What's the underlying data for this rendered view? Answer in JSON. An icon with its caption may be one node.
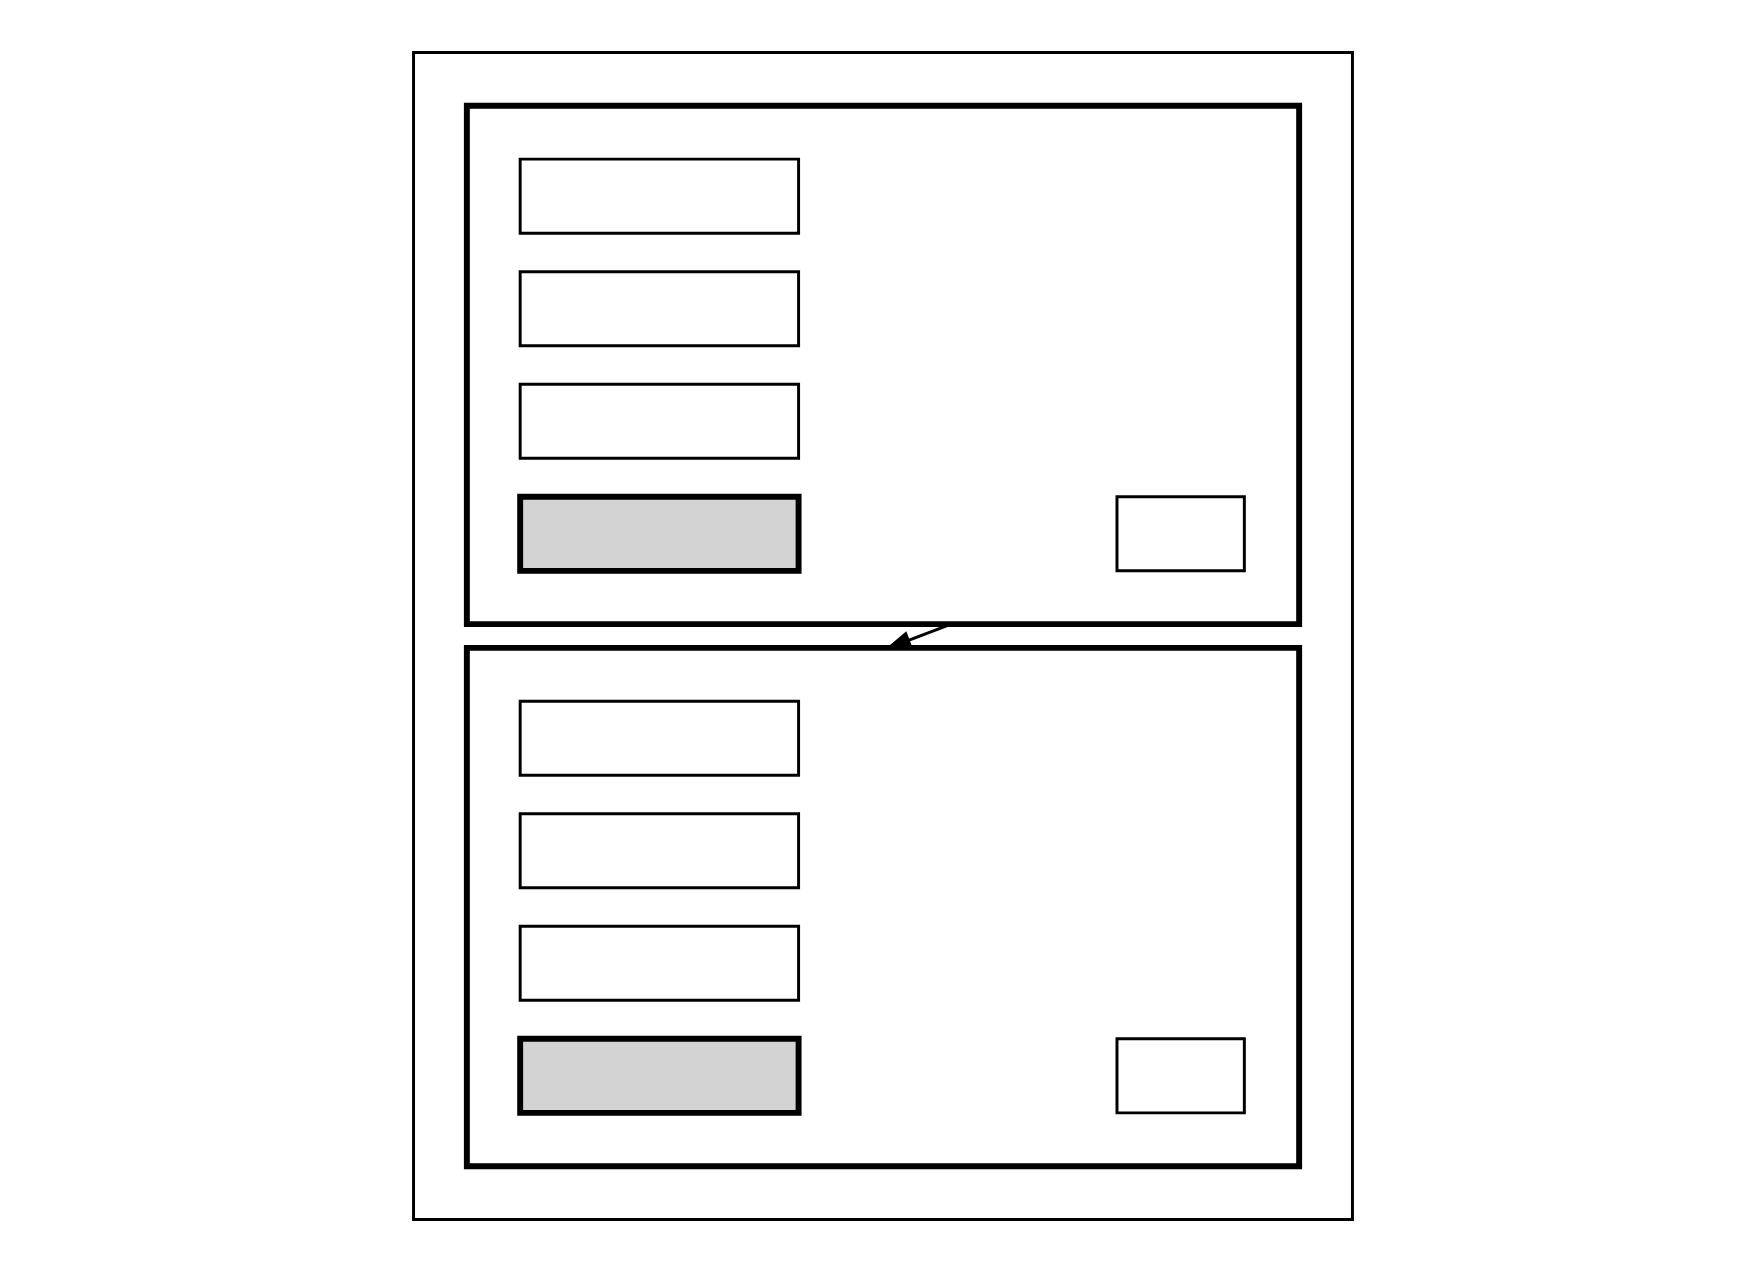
{
  "diagram": {
    "nodes": [
      {
        "text": [],
        "shape": "box"
      },
      {
        "text": [],
        "shape": "box",
        "in": 0
      },
      {
        "text": [],
        "shape": "box",
        "in": 1
      },
      {
        "text": [],
        "shape": "box",
        "in": 1
      },
      {
        "text": [],
        "shape": "box",
        "in": 1
      },
      {
        "text": [],
        "shape": "box",
        "in": 1
      },
      {
        "text": [],
        "shape": "box",
        "in": 1
      },
      {
        "text": [],
        "shape": "box",
        "in": 0
      },
      {
        "text": [],
        "shape": "box",
        "in": 7
      },
      {
        "text": [],
        "shape": "box",
        "in": 7
      },
      {
        "text": [],
        "shape": "box",
        "in": 7
      },
      {
        "text": [],
        "shape": "box",
        "in": 7
      },
      {
        "text": [],
        "shape": "box",
        "in": 7
      }
    ],
    "edges": [
      {
        "from": 1,
        "to": 7,
        "arrow": "to"
      }
    ]
  }
}
